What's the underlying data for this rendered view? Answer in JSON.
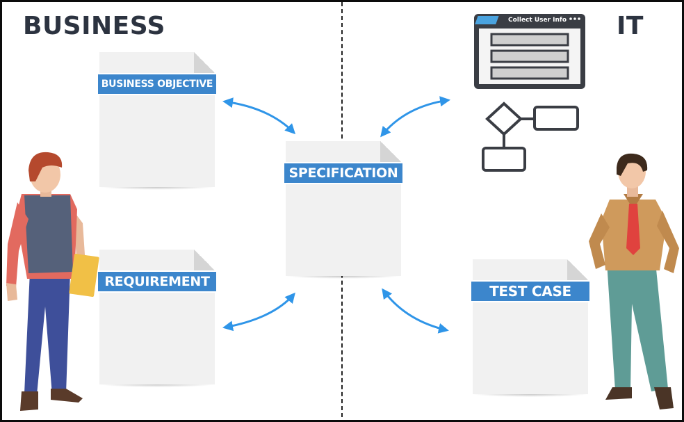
{
  "sections": {
    "left_title": "BUSINESS",
    "right_title": "IT"
  },
  "documents": {
    "business_objective": "BUSINESS OBJECTIVE",
    "requirement": "REQUIREMENT",
    "specification": "SPECIFICATION",
    "test_case": "TEST CASE"
  },
  "form_window": {
    "title": "Collect User Info",
    "field_count": 3
  },
  "colors": {
    "label_blue": "#3c86cc",
    "arrow_blue": "#2f95e8",
    "paper": "#f1f1f1",
    "title_dark": "#2c3340"
  },
  "icons": [
    "form-window-icon",
    "flowchart-icon",
    "business-person",
    "it-person",
    "folder-icon"
  ]
}
